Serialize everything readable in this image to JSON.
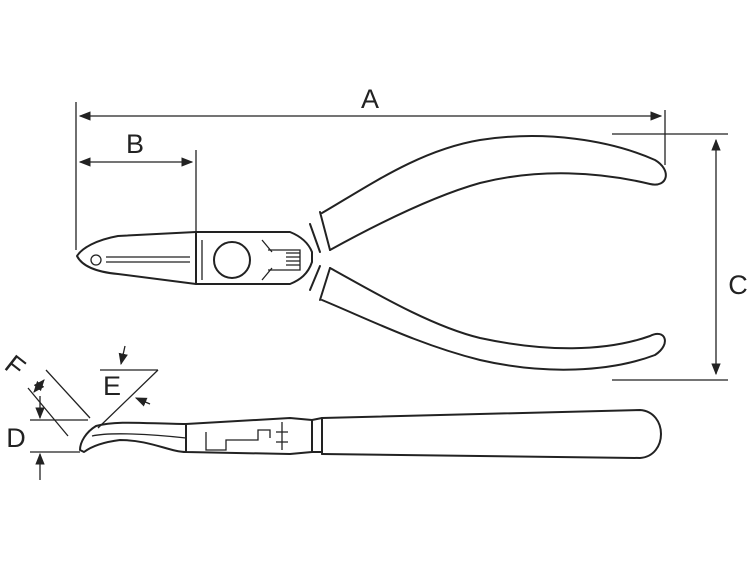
{
  "dimension_labels": {
    "a": "A",
    "b": "B",
    "c": "C",
    "d": "D",
    "e": "E",
    "f": "F"
  },
  "colors": {
    "stroke": "#222222",
    "background": "#ffffff"
  }
}
